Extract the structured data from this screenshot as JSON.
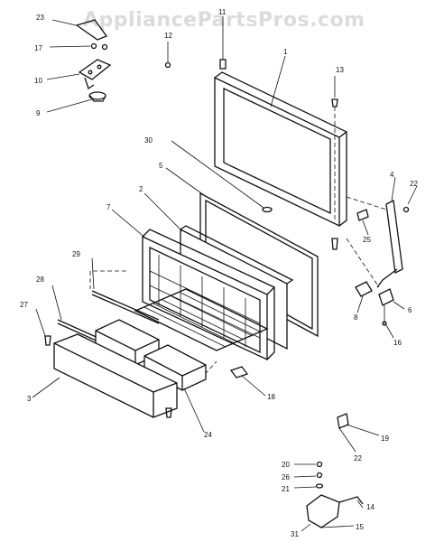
{
  "watermark": "AppliancePartsPros.com",
  "parts": {
    "p23": "23",
    "p17": "17",
    "p10": "10",
    "p9": "9",
    "p11": "11",
    "p12": "12",
    "p1": "1",
    "p13": "13",
    "p30": "30",
    "p5": "5",
    "p2": "2",
    "p7": "7",
    "p4": "4",
    "p22a": "22",
    "p25": "25",
    "p29": "29",
    "p28": "28",
    "p27": "27",
    "p8": "8",
    "p6": "6",
    "p16": "16",
    "p3": "3",
    "p18": "18",
    "p24": "24",
    "p19": "19",
    "p22b": "22",
    "p20": "20",
    "p26": "26",
    "p21": "21",
    "p14": "14",
    "p15": "15",
    "p31": "31"
  }
}
